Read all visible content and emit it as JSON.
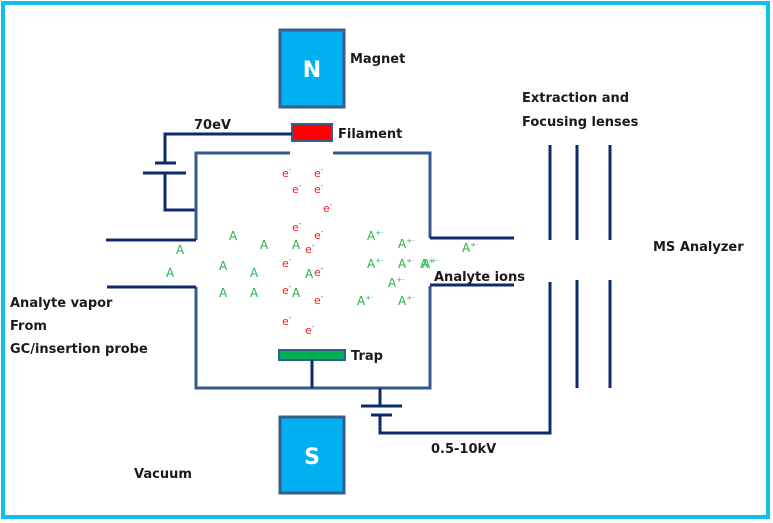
{
  "title": "Electron ionization source schematic",
  "colors": {
    "frame": "#12bef0",
    "magnet": "#00b0f0",
    "magnet_border": "#385d8a",
    "filament": "#ff0000",
    "trap": "#00b050",
    "wire": "#0d2a6b",
    "electron": "#ee1c25",
    "analyte": "#22b14c"
  },
  "labels": {
    "magnet": "Magnet",
    "magnet_north": "N",
    "magnet_south": "S",
    "filament": "Filament",
    "filament_voltage": "70eV",
    "trap": "Trap",
    "lenses_line1": "Extraction and",
    "lenses_line2": "Focusing lenses",
    "ms_analyzer": "MS Analyzer",
    "analyte_ions": "Analyte ions",
    "vapor_line1": "Analyte  vapor",
    "vapor_line2": "From",
    "vapor_line3": "GC/insertion probe",
    "acceleration_voltage": "0.5-10kV",
    "vacuum": "Vacuum"
  },
  "symbols": {
    "electron": "e",
    "electron_charge": "-",
    "analyte": "A",
    "ion_charge": "+·"
  },
  "particles": {
    "electron_count": 14,
    "neutral_analyte_count": 11,
    "ion_count": 10
  }
}
